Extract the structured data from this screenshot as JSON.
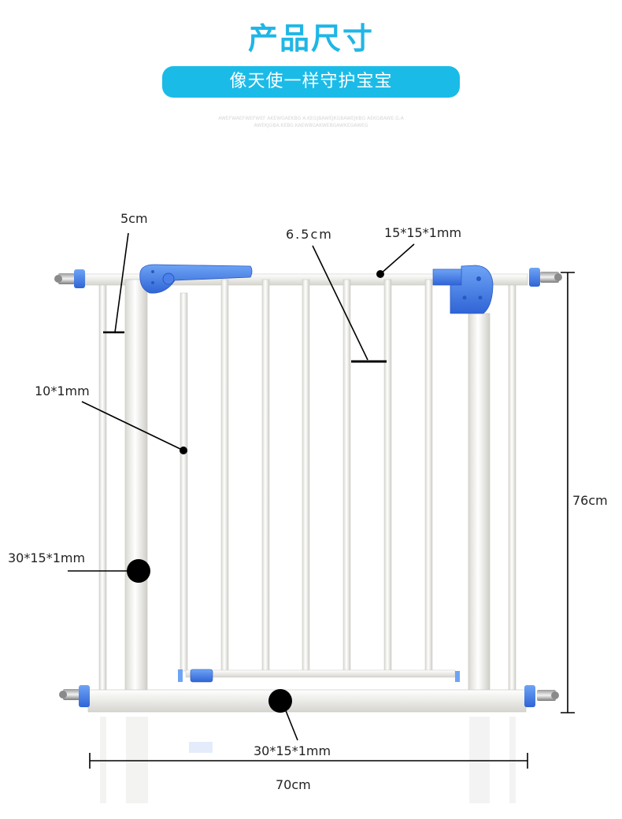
{
  "header": {
    "title": "产品尺寸",
    "subtitle": "像天使一样守护宝宝",
    "fine_print_1": "AWEFWAEFWEFWEF AKEWGAEKBG  A.KEGJBAWEJKGBAWEJKBG  AEKGBAWE.G.A",
    "fine_print_2": "AWEKJGBA.KEBG.KAEWBGAKWEBGAWKEGAWEG"
  },
  "dimensions": {
    "bar_spacing_side": "5cm",
    "bar_spacing_middle": "6.5cm",
    "top_tube": "15*15*1mm",
    "bar_diameter": "10*1mm",
    "side_frame": "30*15*1mm",
    "bottom_frame": "30*15*1mm",
    "height": "76cm",
    "width": "70cm"
  },
  "colors": {
    "accent": "#1bbbe8",
    "frame": "#f4f3ee",
    "plastic": "#3f7fe6",
    "marker": "#000000"
  }
}
